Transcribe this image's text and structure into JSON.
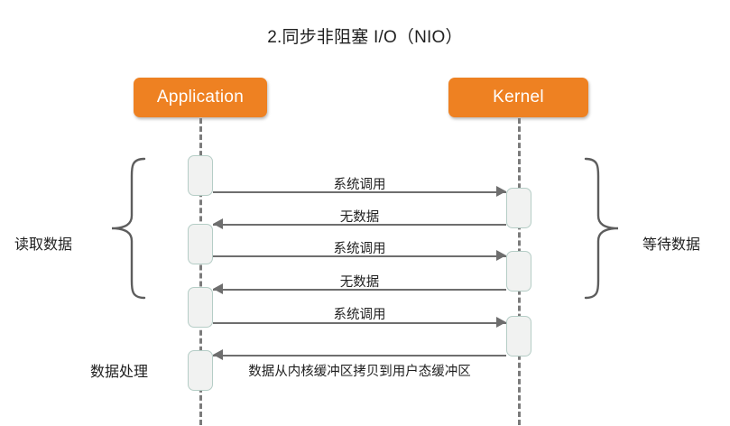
{
  "title": "2.同步非阻塞 I/O（NIO）",
  "colors": {
    "participant_fill": "#ee8122",
    "participant_text": "#ffffff",
    "lifeline": "#7b7b7b",
    "arrow": "#6e6e6e",
    "activation_fill": "#f1f2f1",
    "activation_border": "#b5cdc6",
    "text": "#1f1f1f",
    "background": "#ffffff"
  },
  "participants": [
    {
      "id": "application",
      "label": "Application"
    },
    {
      "id": "kernel",
      "label": "Kernel"
    }
  ],
  "side_labels": {
    "left_group": "读取数据",
    "right_group": "等待数据",
    "bottom": "数据处理"
  },
  "messages": [
    {
      "label": "系统调用",
      "direction": "right"
    },
    {
      "label": "无数据",
      "direction": "left"
    },
    {
      "label": "系统调用",
      "direction": "right"
    },
    {
      "label": "无数据",
      "direction": "left"
    },
    {
      "label": "系统调用",
      "direction": "right"
    },
    {
      "label": "数据从内核缓冲区拷贝到用户态缓冲区",
      "direction": "left"
    }
  ]
}
